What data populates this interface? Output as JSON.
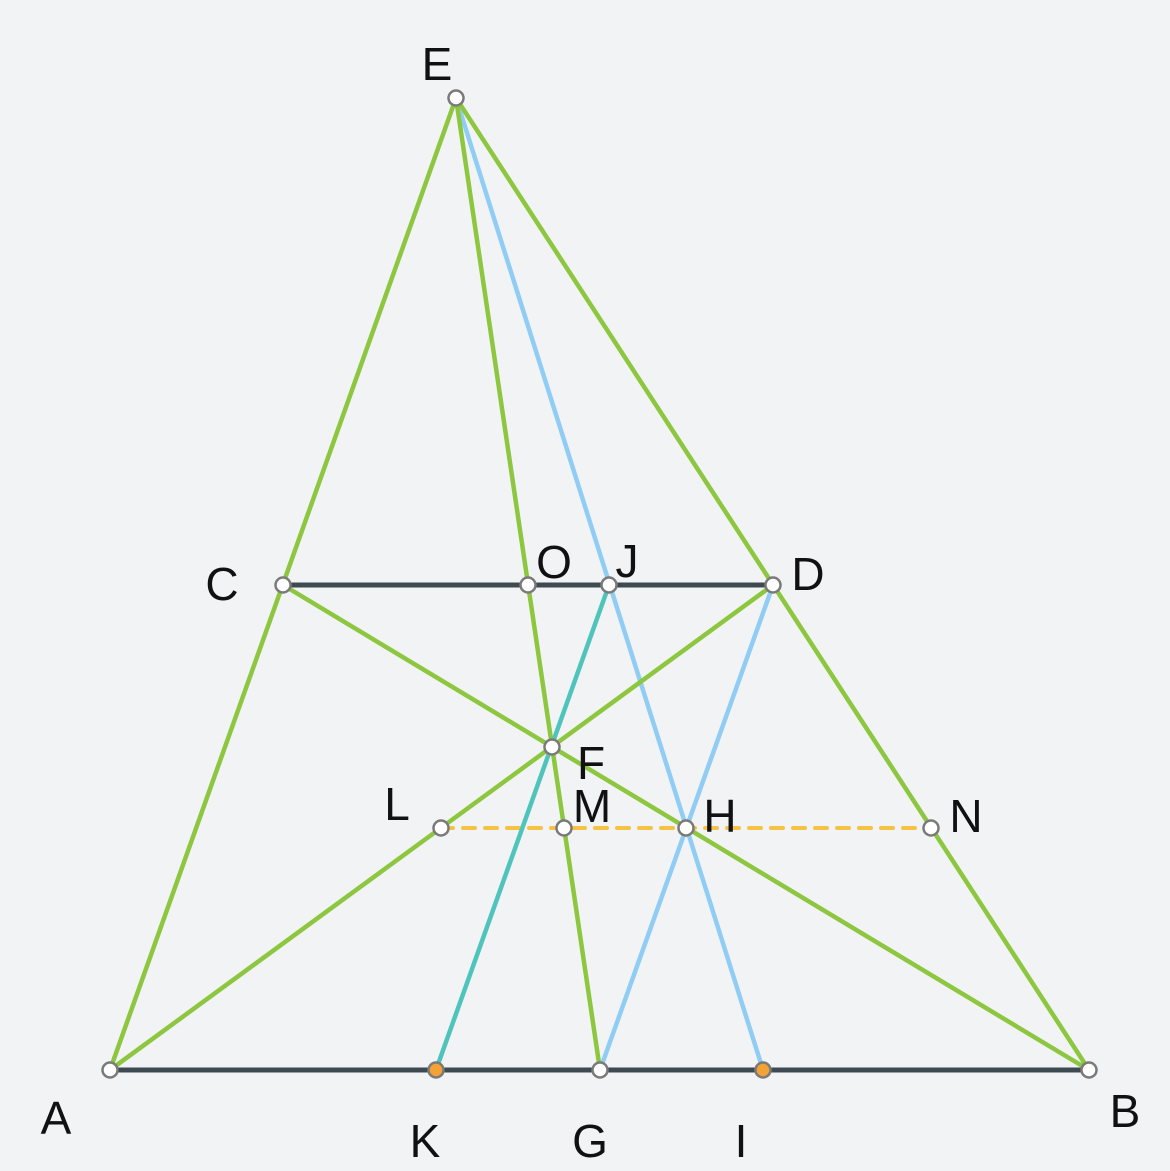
{
  "colors": {
    "background": "#f2f3f5",
    "segment_dark": "#3d4a52",
    "segment_green": "#8dc63f",
    "segment_blue": "#90cdf4",
    "segment_teal": "#4fc4bd",
    "segment_dashed_orange": "#f6c244",
    "point_white": "#ffffff",
    "point_orange": "#f4a236",
    "point_outline": "#7a7a7a"
  },
  "points": [
    {
      "id": "A",
      "label": "A",
      "style": "white"
    },
    {
      "id": "B",
      "label": "B",
      "style": "white"
    },
    {
      "id": "C",
      "label": "C",
      "style": "white"
    },
    {
      "id": "D",
      "label": "D",
      "style": "white"
    },
    {
      "id": "E",
      "label": "E",
      "style": "white"
    },
    {
      "id": "F",
      "label": "F",
      "style": "white"
    },
    {
      "id": "G",
      "label": "G",
      "style": "white"
    },
    {
      "id": "H",
      "label": "H",
      "style": "white"
    },
    {
      "id": "I",
      "label": "I",
      "style": "orange"
    },
    {
      "id": "J",
      "label": "J",
      "style": "white"
    },
    {
      "id": "K",
      "label": "K",
      "style": "orange"
    },
    {
      "id": "L",
      "label": "L",
      "style": "white"
    },
    {
      "id": "M",
      "label": "M",
      "style": "white"
    },
    {
      "id": "N",
      "label": "N",
      "style": "white"
    },
    {
      "id": "O",
      "label": "O",
      "style": "white"
    }
  ],
  "segments": [
    {
      "from": "A",
      "to": "B",
      "style": "dark"
    },
    {
      "from": "C",
      "to": "D",
      "style": "dark"
    },
    {
      "from": "A",
      "to": "E",
      "style": "green"
    },
    {
      "from": "E",
      "to": "B",
      "style": "green"
    },
    {
      "from": "E",
      "to": "G",
      "style": "green"
    },
    {
      "from": "A",
      "to": "D",
      "style": "green"
    },
    {
      "from": "C",
      "to": "B",
      "style": "green"
    },
    {
      "from": "E",
      "to": "I",
      "style": "blue"
    },
    {
      "from": "D",
      "to": "G",
      "style": "blue"
    },
    {
      "from": "J",
      "to": "K",
      "style": "teal"
    },
    {
      "from": "L",
      "to": "N",
      "style": "dashed_orange"
    }
  ]
}
